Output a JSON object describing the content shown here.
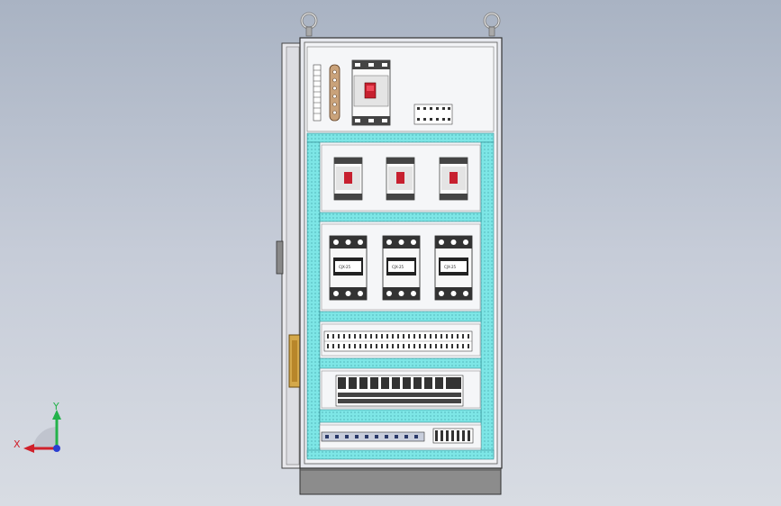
{
  "view": {
    "axis_triad": {
      "x_label": "X",
      "y_label": "Y",
      "x_color": "#d0202a",
      "y_color": "#23b24a",
      "z_color": "#2b3fd1"
    }
  },
  "cabinet": {
    "frame_color": "#7de6e6",
    "mounting_plate_color": "#eef0f4",
    "contactor_labels": [
      "CJX-25",
      "CJX-25",
      "CJX-25"
    ]
  }
}
